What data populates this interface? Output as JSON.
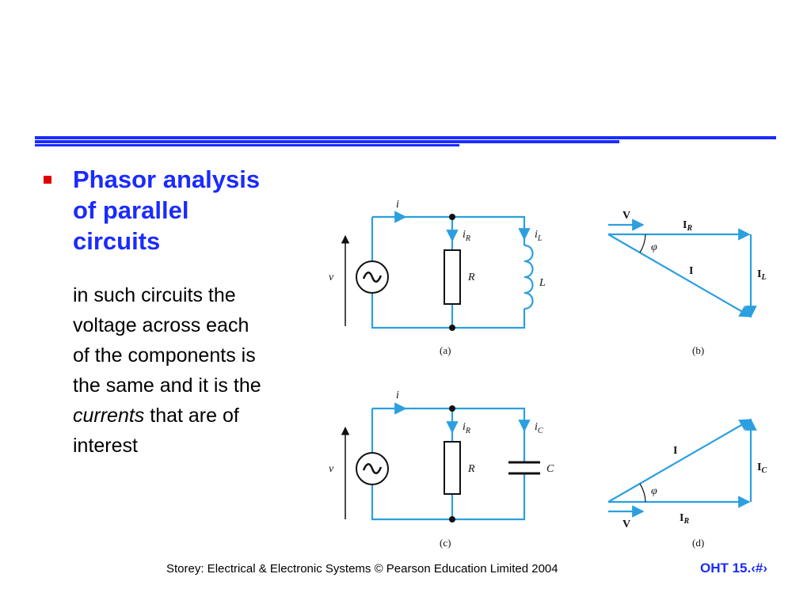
{
  "slide": {
    "heading_lines": [
      "Phasor analysis",
      "of parallel",
      "circuits"
    ],
    "body": {
      "line1": "in such circuits the",
      "line2": "voltage across each",
      "line3": "of the components is",
      "line4": "the same and it is the",
      "line5_em": "currents",
      "line5_rest": " that are of",
      "line6": "interest"
    }
  },
  "figures": {
    "a": {
      "caption": "(a)",
      "i": "i",
      "iR": "i",
      "iR_sub": "R",
      "iL": "i",
      "iL_sub": "L",
      "v": "v",
      "R": "R",
      "L": "L"
    },
    "b": {
      "caption": "(b)",
      "V": "V",
      "IR": "I",
      "IR_sub": "R",
      "I": "I",
      "IL": "I",
      "IL_sub": "L",
      "phi": "φ"
    },
    "c": {
      "caption": "(c)",
      "i": "i",
      "iR": "i",
      "iR_sub": "R",
      "iC": "i",
      "iC_sub": "C",
      "v": "v",
      "R": "R",
      "C": "C"
    },
    "d": {
      "caption": "(d)",
      "V": "V",
      "IR": "I",
      "IR_sub": "R",
      "I": "I",
      "IC": "I",
      "IC_sub": "C",
      "phi": "φ"
    }
  },
  "footer": {
    "citation": "Storey: Electrical & Electronic Systems © Pearson Education Limited 2004",
    "page": "OHT 15.‹#›"
  },
  "colors": {
    "accent": "#1a2bff",
    "wire": "#2b9fe0",
    "bullet": "#e00000"
  }
}
